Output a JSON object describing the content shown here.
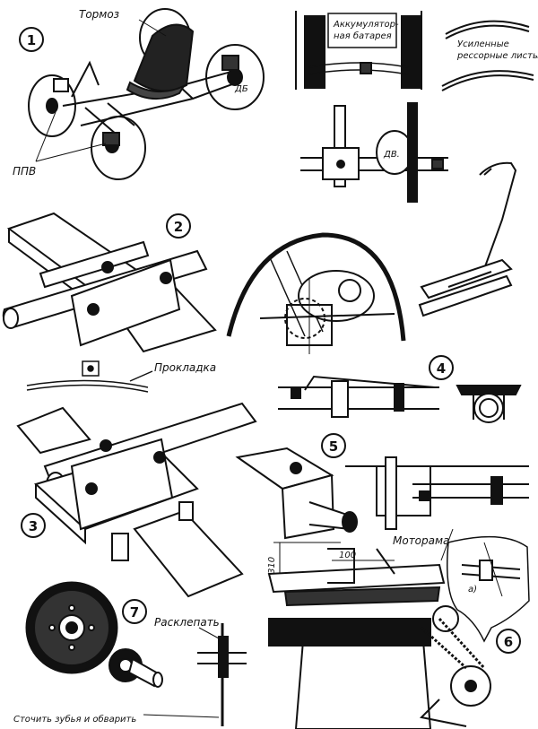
{
  "figures": [
    {
      "id": "1"
    },
    {
      "id": "2"
    },
    {
      "id": "3"
    },
    {
      "id": "4"
    },
    {
      "id": "5"
    },
    {
      "id": "6"
    },
    {
      "id": "7"
    }
  ],
  "labels": {
    "brake": "Тормоз",
    "ppv": "ППВ",
    "engine_db": "ДБ",
    "battery_line1": "Аккумулятор-",
    "battery_line2": "ная батарея",
    "springs_line1": "Усиленные",
    "springs_line2": "рессорные листы",
    "engine_dv": "ДВ.",
    "gasket": "Прокладка",
    "motor_frame": "Моторама",
    "dim_310": "310",
    "dim_100": "100",
    "sub_a": "а)",
    "rivet": "Расклепать",
    "grind_teeth": "Сточить зубья и обварить"
  }
}
